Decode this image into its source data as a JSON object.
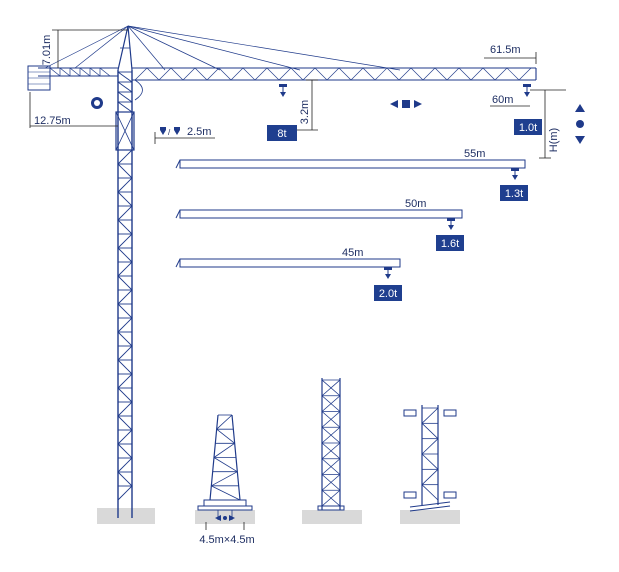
{
  "dimensions": {
    "mast_height_top": "7.01m",
    "counter_jib": "12.75m",
    "jib_max": "61.5m",
    "trolley_offset": "2.5m",
    "hook_drop": "3.2m",
    "jib_60": "60m",
    "height": "H(m)",
    "base": "4.5m×4.5m"
  },
  "loads": [
    {
      "radius": "55m",
      "load": "1.3t"
    },
    {
      "radius": "50m",
      "load": "1.6t"
    },
    {
      "radius": "45m",
      "load": "2.0t"
    }
  ],
  "badges": {
    "root_load": "8t",
    "tip_load": "1.0t"
  },
  "colors": {
    "line": "#1f3a8a",
    "badge": "#1f3f8f",
    "ground": "#d9d9d9"
  }
}
